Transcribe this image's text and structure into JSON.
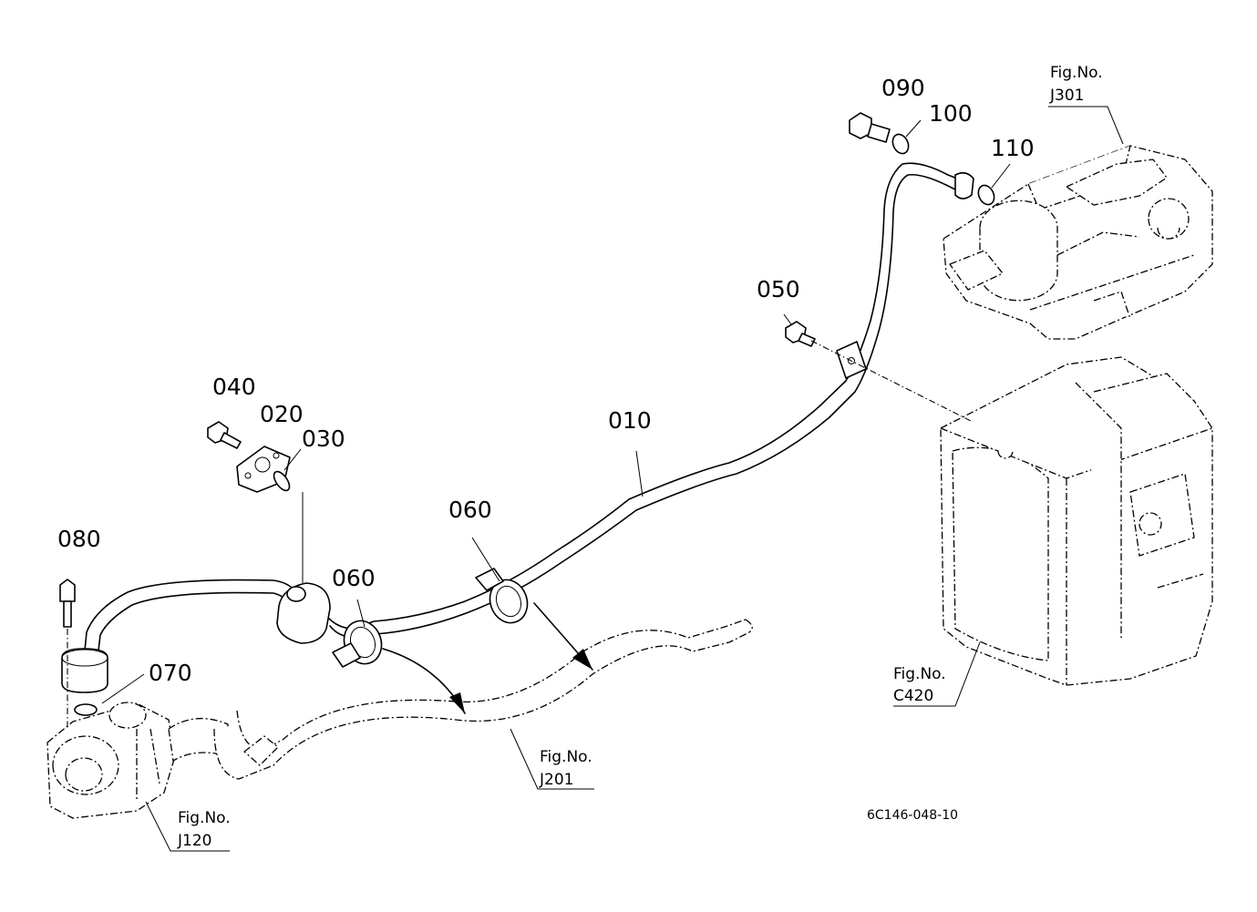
{
  "part_numbers": {
    "p010": "010",
    "p020": "020",
    "p030": "030",
    "p040": "040",
    "p050": "050",
    "p060a": "060",
    "p060b": "060",
    "p070": "070",
    "p080": "080",
    "p090": "090",
    "p100": "100",
    "p110": "110"
  },
  "figure_refs": {
    "j301": {
      "label": "Fig.No.",
      "code": "J301"
    },
    "c420": {
      "label": "Fig.No.",
      "code": "C420"
    },
    "j201": {
      "label": "Fig.No.",
      "code": "J201"
    },
    "j120": {
      "label": "Fig.No.",
      "code": "J120"
    }
  },
  "drawing_code": "6C146-048-10",
  "colors": {
    "line": "#000000",
    "background": "#ffffff"
  }
}
